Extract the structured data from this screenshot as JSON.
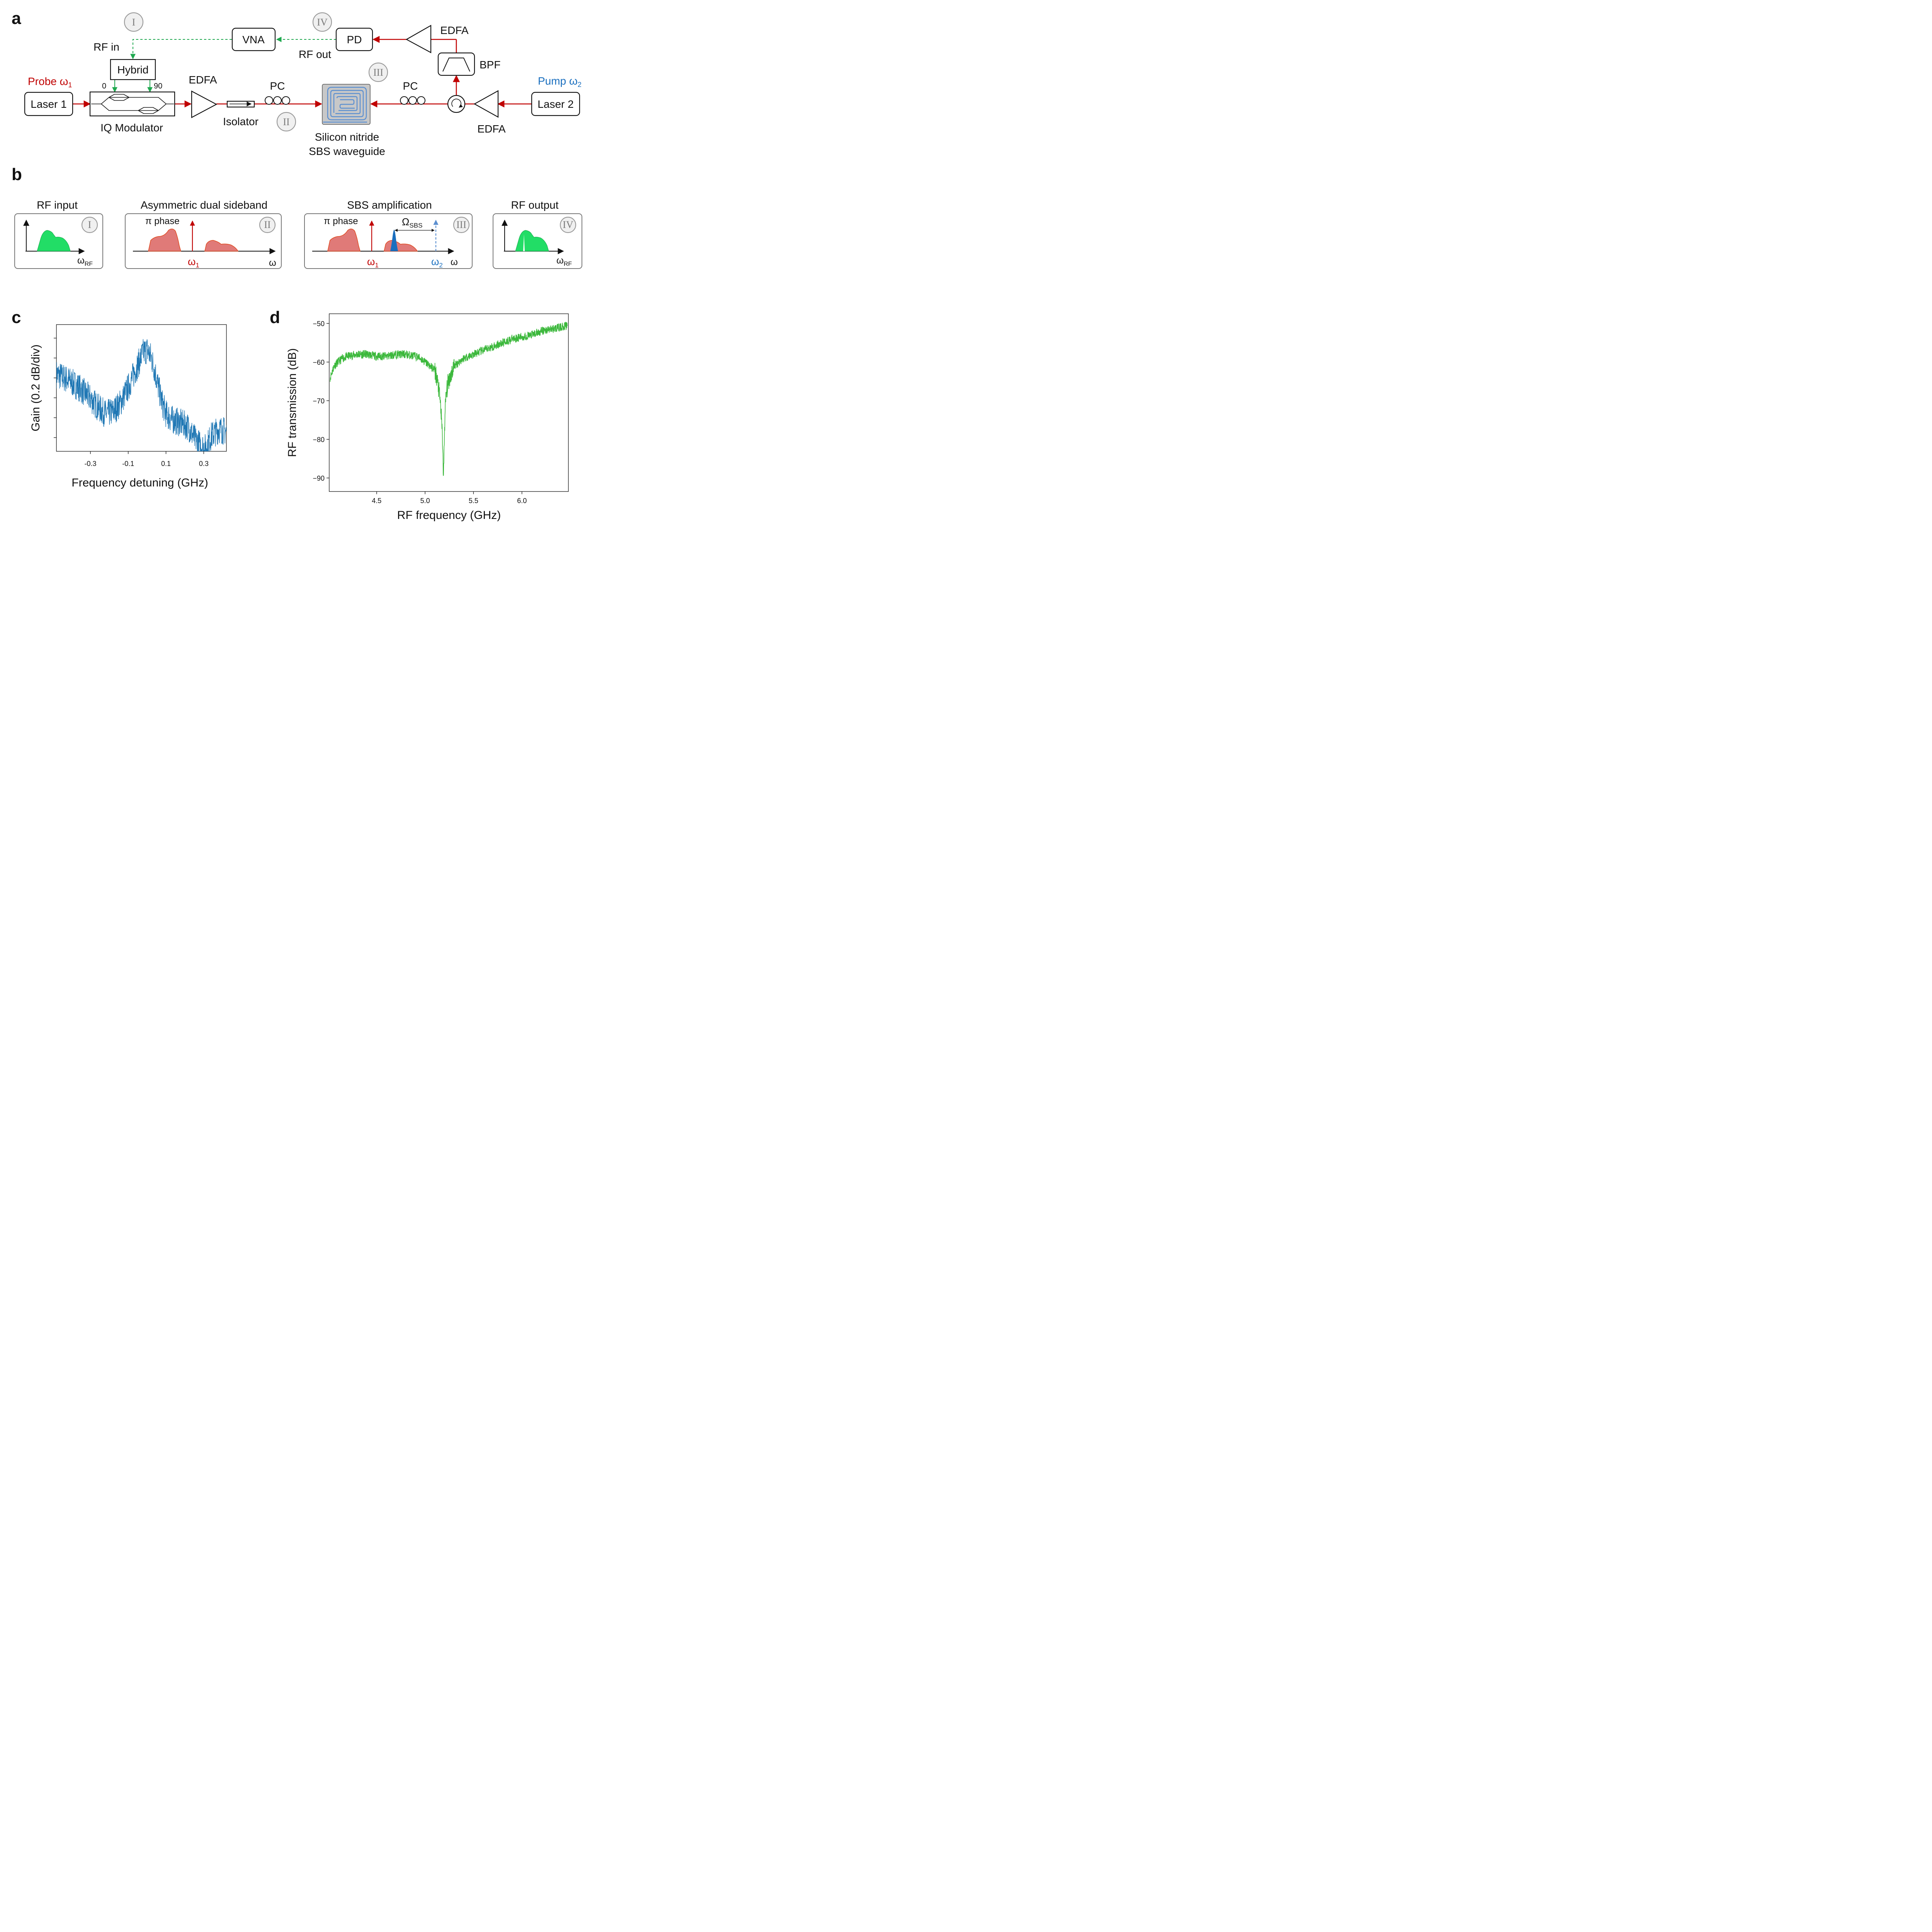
{
  "panel_labels": {
    "a": "a",
    "b": "b",
    "c": "c",
    "d": "d"
  },
  "setup": {
    "laser1": "Laser 1",
    "laser2": "Laser 2",
    "probe": "Probe",
    "probe_omega": "ω",
    "probe_sub": "1",
    "pump": "Pump",
    "pump_omega": "ω",
    "pump_sub": "2",
    "hybrid": "Hybrid",
    "rf_in": "RF in",
    "rf_out": "RF out",
    "port0": "0",
    "port90": "90",
    "iq_modulator": "IQ Modulator",
    "edfa_probe": "EDFA",
    "edfa_top": "EDFA",
    "edfa_pump": "EDFA",
    "isolator": "Isolator",
    "pc1": "PC",
    "pc2": "PC",
    "waveguide_line1": "Silicon nitride",
    "waveguide_line2": "SBS waveguide",
    "vna": "VNA",
    "pd": "PD",
    "bpf": "BPF",
    "markers": {
      "m1": "I",
      "m2": "II",
      "m3": "III",
      "m4": "IV"
    }
  },
  "spectra": {
    "rf_input": {
      "title": "RF input",
      "marker": "I",
      "axis": "ω",
      "axis_sub": "RF"
    },
    "dual_sideband": {
      "title": "Asymmetric dual sideband",
      "marker": "II",
      "phase": "π phase",
      "carrier": "ω",
      "carrier_sub": "1",
      "axis": "ω"
    },
    "sbs_amp": {
      "title": "SBS amplification",
      "marker": "III",
      "phase": "π phase",
      "carrier": "ω",
      "carrier_sub": "1",
      "pump": "ω",
      "pump_sub": "2",
      "axis": "ω",
      "shift": "Ω",
      "shift_sub": "SBS"
    },
    "rf_output": {
      "title": "RF output",
      "marker": "IV",
      "axis": "ω",
      "axis_sub": "RF"
    }
  },
  "colors": {
    "red": "#c00000",
    "green": "#1fa84f",
    "blue": "#1a6fbf",
    "sideband_fill": "#e07a78",
    "rf_green": "#22dd66",
    "plot_c": "#1f77b4",
    "plot_d": "#3cb83c"
  },
  "chart_data": [
    {
      "type": "line",
      "xlabel": "Frequency detuning (GHz)",
      "ylabel": "Gain (0.2 dB/div)",
      "xlim": [
        -0.48,
        0.42
      ],
      "xticks": [
        -0.3,
        -0.1,
        0.1,
        0.3
      ],
      "xtick_labels": [
        "-0.3",
        "-0.1",
        "0.1",
        "0.3"
      ],
      "ylim": [
        0,
        1.15
      ],
      "ytick_count": 6,
      "series": [
        {
          "x": [
            -0.48,
            -0.42,
            -0.36,
            -0.3,
            -0.26,
            -0.22,
            -0.18,
            -0.14,
            -0.1,
            -0.07,
            -0.04,
            -0.02,
            0.0,
            0.02,
            0.04,
            0.06,
            0.08,
            0.1,
            0.13,
            0.16,
            0.19,
            0.22,
            0.25,
            0.28,
            0.31,
            0.34,
            0.38,
            0.42
          ],
          "y": [
            0.7,
            0.65,
            0.58,
            0.48,
            0.4,
            0.34,
            0.36,
            0.44,
            0.58,
            0.7,
            0.82,
            0.9,
            0.92,
            0.86,
            0.74,
            0.58,
            0.44,
            0.34,
            0.29,
            0.27,
            0.25,
            0.22,
            0.12,
            0.06,
            0.03,
            0.14,
            0.2,
            0.18
          ]
        }
      ]
    },
    {
      "type": "line",
      "xlabel": "RF frequency (GHz)",
      "ylabel": "RF transmission (dB)",
      "xlim": [
        4.01,
        6.48
      ],
      "ylim": [
        -93.5,
        -47.5
      ],
      "xticks": [
        4.5,
        5.0,
        5.5,
        6.0
      ],
      "xtick_labels": [
        "4.5",
        "5.0",
        "5.5",
        "6.0"
      ],
      "yticks": [
        -50,
        -60,
        -70,
        -80,
        -90
      ],
      "ytick_labels": [
        "−50",
        "−60",
        "−70",
        "−80",
        "−90"
      ],
      "series": [
        {
          "x": [
            4.02,
            4.06,
            4.1,
            4.15,
            4.2,
            4.3,
            4.4,
            4.5,
            4.6,
            4.7,
            4.8,
            4.9,
            4.95,
            5.0,
            5.05,
            5.1,
            5.12,
            5.14,
            5.16,
            5.18,
            5.19,
            5.2,
            5.21,
            5.22,
            5.24,
            5.27,
            5.3,
            5.35,
            5.4,
            5.5,
            5.6,
            5.7,
            5.8,
            5.9,
            6.0,
            6.1,
            6.2,
            6.3,
            6.4,
            6.47
          ],
          "y": [
            -64,
            -61,
            -60,
            -59,
            -58.5,
            -58,
            -58,
            -58.5,
            -58.5,
            -58,
            -58,
            -58.5,
            -59,
            -60,
            -61,
            -62,
            -64,
            -67,
            -71,
            -80,
            -91,
            -78,
            -71,
            -68,
            -65,
            -63,
            -61,
            -60,
            -59,
            -58,
            -57,
            -56,
            -55,
            -54,
            -53.5,
            -53,
            -52,
            -51.5,
            -51,
            -50.5
          ]
        }
      ]
    }
  ]
}
